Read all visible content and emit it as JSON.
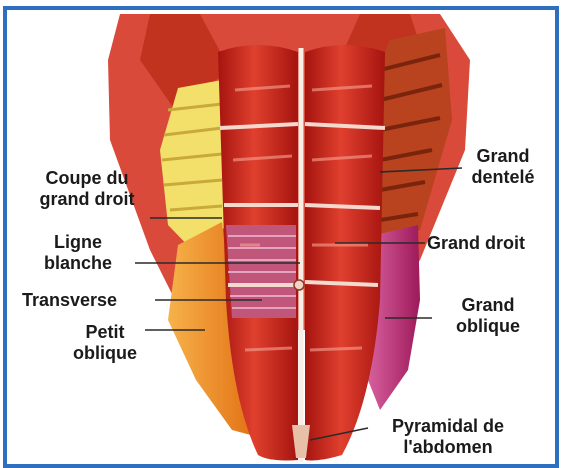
{
  "title": "",
  "colors": {
    "frame": "#2f6fc0",
    "rectus": "#c8261c",
    "rectus_light": "#e04a3a",
    "serratus": "#b8431e",
    "transverse": "#c0577a",
    "external_oblique": "#c42e7c",
    "internal_oblique": "#f08a1e",
    "costal_cartilage": "#f2e06a",
    "leader_line": "#2a2a2a"
  },
  "labels": {
    "coupe_line1": "Coupe du",
    "coupe_line2": "grand droit",
    "ligne_line1": "Ligne",
    "ligne_line2": "blanche",
    "transverse": "Transverse",
    "petit_line1": "Petit",
    "petit_line2": "oblique",
    "dentele_line1": "Grand",
    "dentele_line2": "dentelé",
    "grand_droit": "Grand droit",
    "oblique_line1": "Grand",
    "oblique_line2": "oblique",
    "pyramidal_line1": "Pyramidal de",
    "pyramidal_line2": "l'abdomen"
  }
}
